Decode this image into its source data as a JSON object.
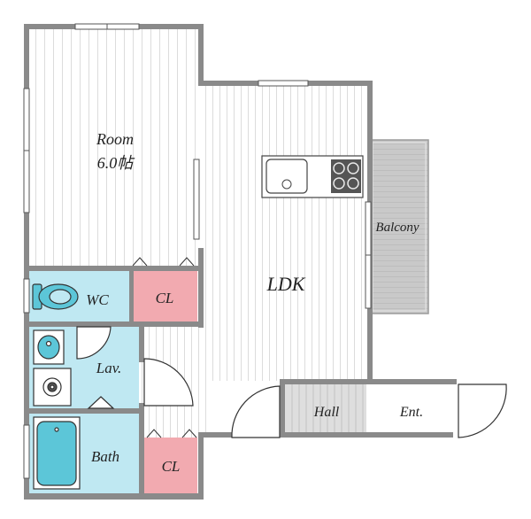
{
  "rooms": {
    "room": {
      "name": "Room",
      "size": "6.0帖"
    },
    "ldk": "LDK",
    "wc": "WC",
    "cl_top": "CL",
    "cl_bottom": "CL",
    "lavatory": "Lav.",
    "bath": "Bath",
    "balcony": "Balcony",
    "hall": "Hall",
    "entrance": "Ent."
  },
  "colors": {
    "wall": "#8a8a8a",
    "floor_line": "#d9d9d9",
    "wet_area": "#bfe8f2",
    "closet": "#f2aab0",
    "balcony": "#c8c8c8",
    "hall": "#dedede",
    "fixture": "#5cc6d8"
  }
}
